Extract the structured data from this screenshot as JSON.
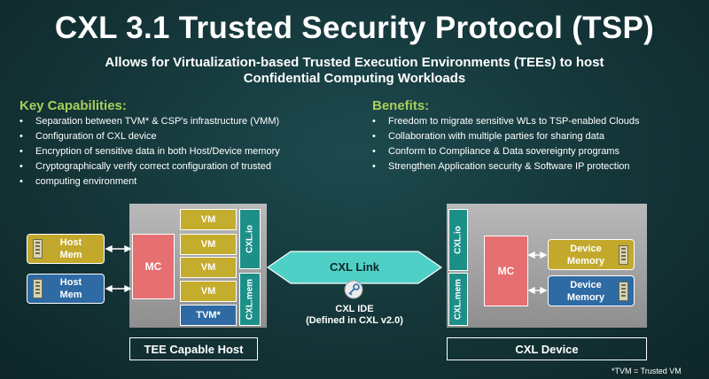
{
  "title": "CXL 3.1 Trusted Security Protocol (TSP)",
  "subtitle_line1": "Allows for Virtualization-based Trusted Execution Environments (TEEs) to host",
  "subtitle_line2": "Confidential Computing Workloads",
  "capabilities": {
    "heading": "Key Capabilities:",
    "items": [
      "Separation between TVM* & CSP's infrastructure (VMM)",
      "Configuration of CXL device",
      "Encryption of sensitive data in both Host/Device memory",
      "Cryptographically verify correct configuration of trusted",
      "computing environment"
    ]
  },
  "benefits": {
    "heading": "Benefits:",
    "items": [
      "Freedom to migrate sensitive WLs to TSP-enabled Clouds",
      "Collaboration with multiple parties for sharing data",
      "Conform to Compliance & Data sovereignty programs",
      "Strengthen Application security & Software IP protection"
    ]
  },
  "diagram": {
    "host_mem_1_line1": "Host",
    "host_mem_1_line2": "Mem",
    "host_mem_2_line1": "Host",
    "host_mem_2_line2": "Mem",
    "mc": "MC",
    "vm": [
      "VM",
      "VM",
      "VM",
      "VM"
    ],
    "tvm": "TVM*",
    "cxl_io": "CXL.io",
    "cxl_mem": "CXL.mem",
    "cxl_link": "CXL Link",
    "cxl_ide_line1": "CXL IDE",
    "cxl_ide_line2": "(Defined in CXL v2.0)",
    "host_caption": "TEE Capable Host",
    "device_caption": "CXL Device",
    "device_mc": "MC",
    "device_cxl_io": "CXL.io",
    "device_cxl_mem": "CXL.mem",
    "device_mem_1_line1": "Device",
    "device_mem_1_line2": "Memory",
    "device_mem_2_line1": "Device",
    "device_mem_2_line2": "Memory"
  },
  "footnote": "*TVM = Trusted VM",
  "colors": {
    "background": "#143538",
    "heading_green": "#a7cf5a",
    "gold": "#c4ac2c",
    "blue": "#2e6aa3",
    "mc_red": "#e66f72",
    "teal": "#1c8f88"
  }
}
